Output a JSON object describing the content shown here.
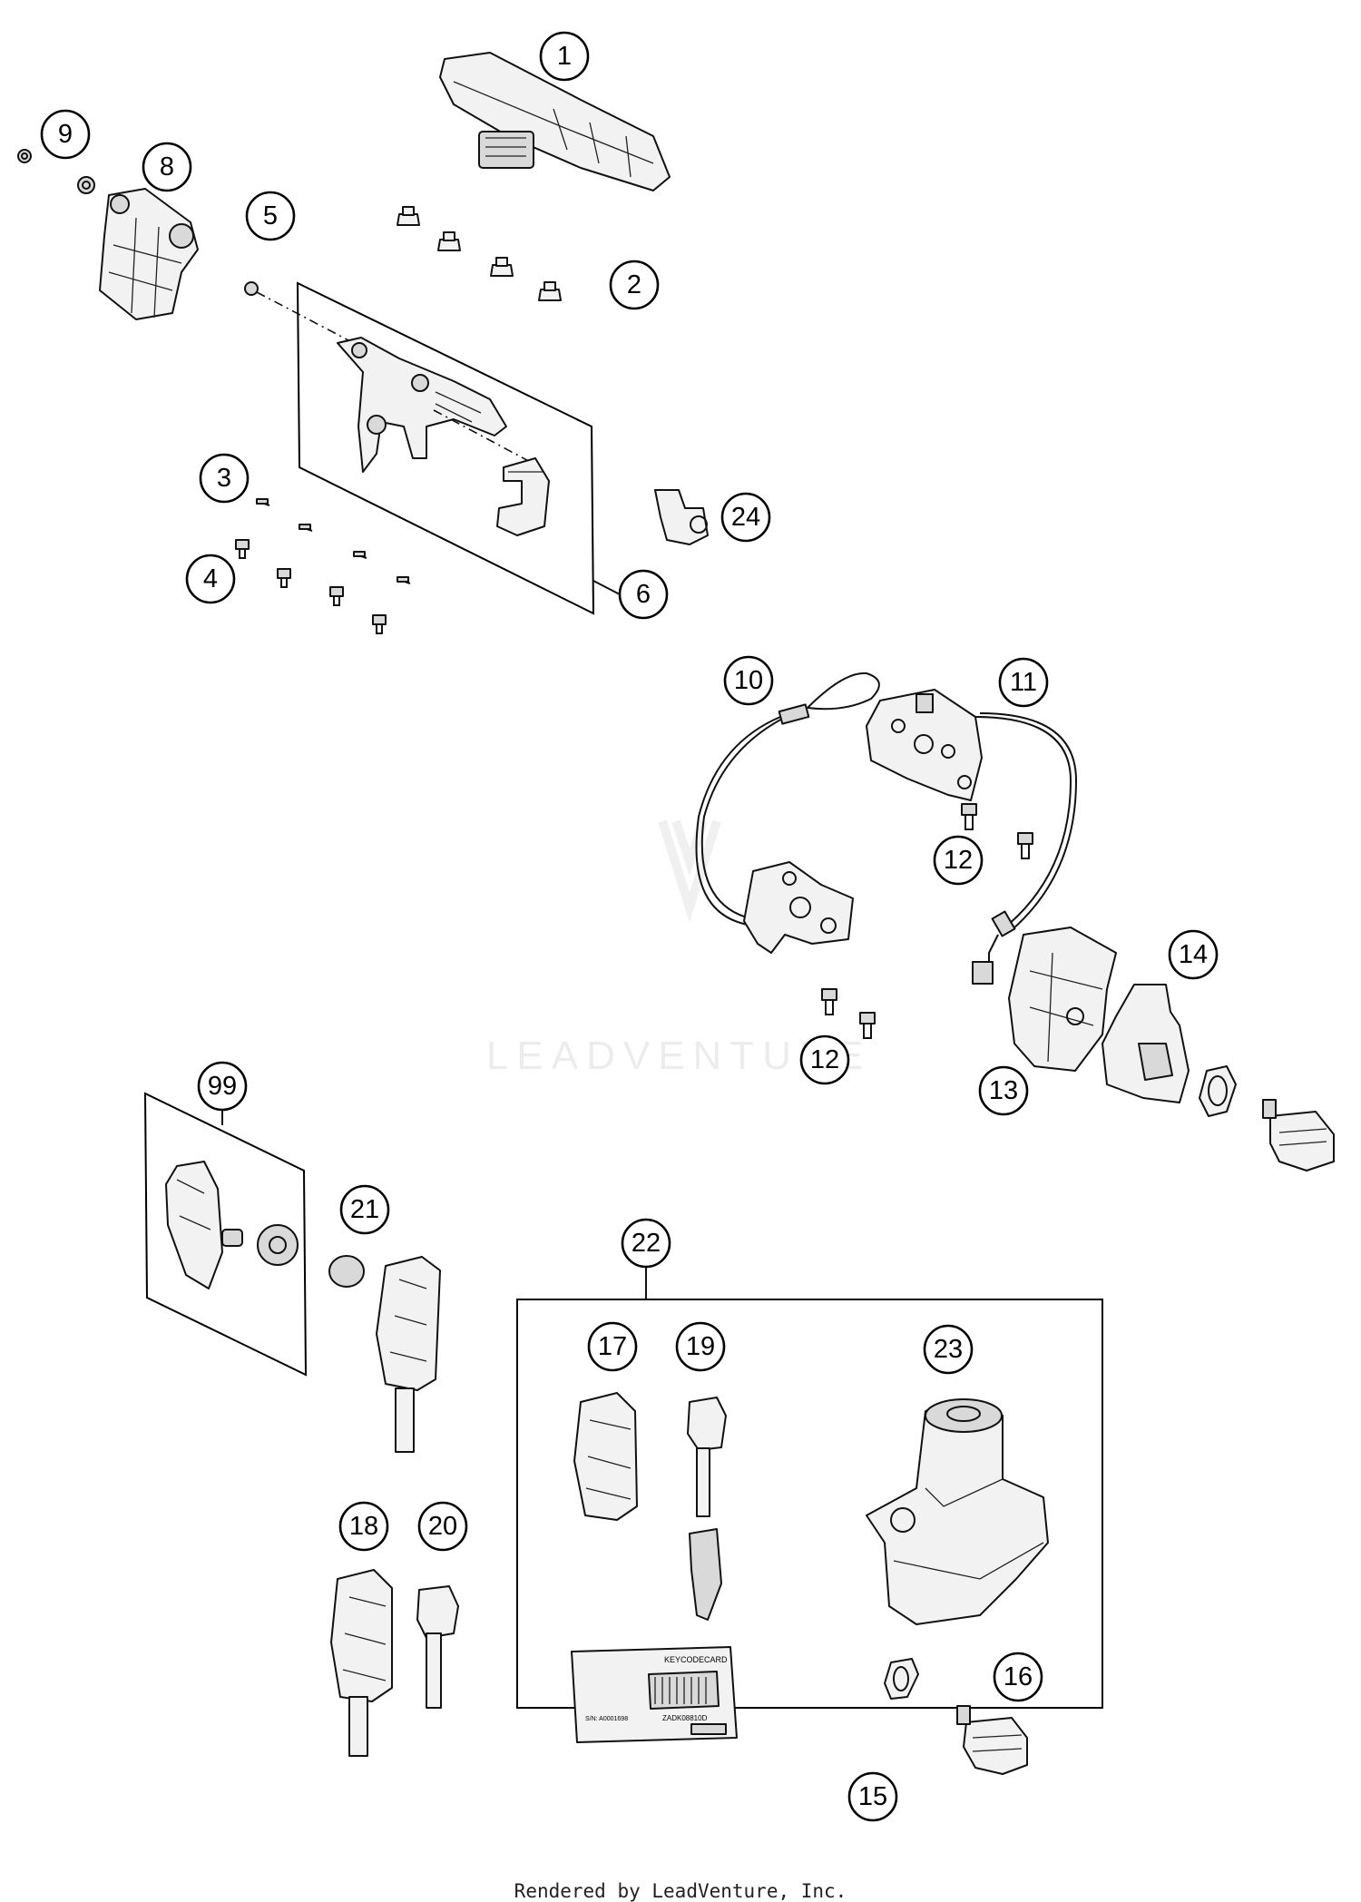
{
  "callouts": [
    {
      "id": "c1",
      "label": "1"
    },
    {
      "id": "c2",
      "label": "2"
    },
    {
      "id": "c3",
      "label": "3"
    },
    {
      "id": "c4",
      "label": "4"
    },
    {
      "id": "c5",
      "label": "5"
    },
    {
      "id": "c6",
      "label": "6"
    },
    {
      "id": "c8",
      "label": "8"
    },
    {
      "id": "c9",
      "label": "9"
    },
    {
      "id": "c10",
      "label": "10"
    },
    {
      "id": "c11",
      "label": "11"
    },
    {
      "id": "c12a",
      "label": "12"
    },
    {
      "id": "c12b",
      "label": "12"
    },
    {
      "id": "c13",
      "label": "13"
    },
    {
      "id": "c14",
      "label": "14"
    },
    {
      "id": "c15",
      "label": "15"
    },
    {
      "id": "c16",
      "label": "16"
    },
    {
      "id": "c17",
      "label": "17"
    },
    {
      "id": "c18",
      "label": "18"
    },
    {
      "id": "c19",
      "label": "19"
    },
    {
      "id": "c20",
      "label": "20"
    },
    {
      "id": "c21",
      "label": "21"
    },
    {
      "id": "c22",
      "label": "22"
    },
    {
      "id": "c23",
      "label": "23"
    },
    {
      "id": "c24",
      "label": "24"
    },
    {
      "id": "c99",
      "label": "99"
    }
  ],
  "watermark": "LEADVENTURE",
  "keycard": {
    "title": "KEYCODECARD",
    "code": "ZADK08810D",
    "serial": "S/N: A0001698"
  },
  "footer": "Rendered by LeadVenture, Inc."
}
